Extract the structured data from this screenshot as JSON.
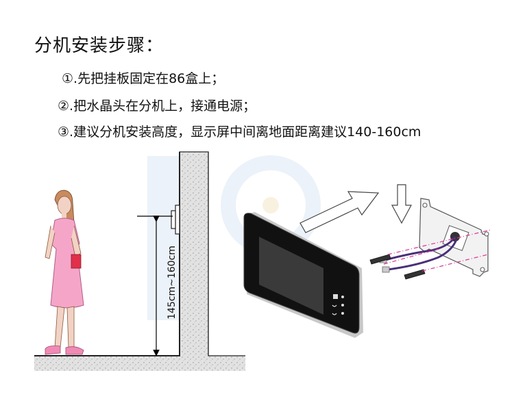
{
  "title": "分机安装步骤：",
  "steps": [
    "①.先把挂板固定在86盒上；",
    "②.把水晶头在分机上，接通电源；",
    "③.建议分机安装高度，显示屏中间离地面距离建议140-160cm"
  ],
  "height_label": "145cm~160cm",
  "colors": {
    "wall_fill": "#dcdcdc",
    "dress": "#f5a6c8",
    "skin": "#f2d2c4",
    "hair": "#c98a5e",
    "screen": "#3a3a3a",
    "cable": "#4a2f7a",
    "guide_line": "#e0308f",
    "watermark": "#dce8f5"
  },
  "icons": [
    "arrow-outline-icon",
    "down-arrow-outline-icon",
    "screw-icon"
  ]
}
